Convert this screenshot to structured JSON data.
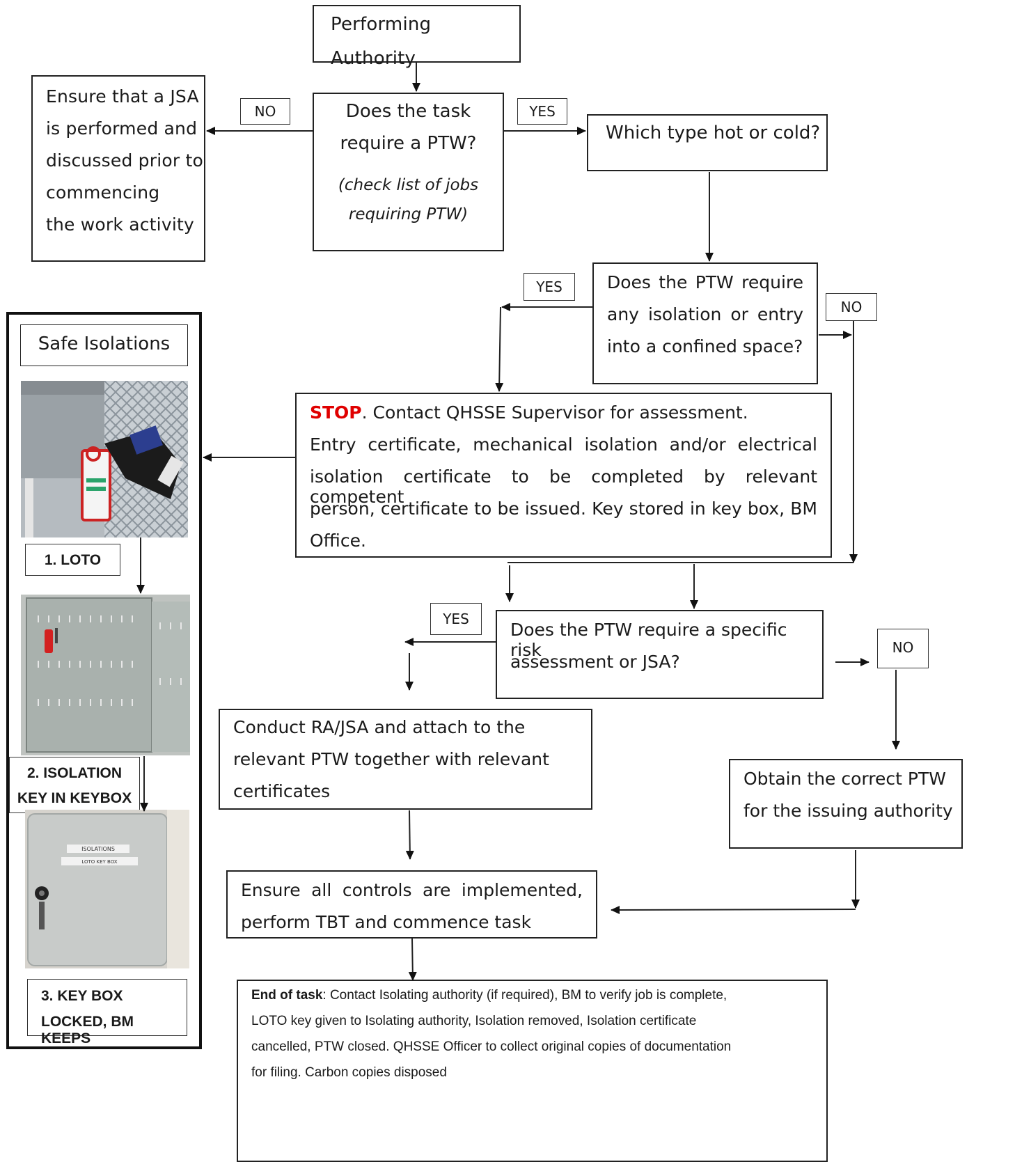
{
  "performing_authority": "Performing Authority",
  "ptw_question": {
    "line1": "Does the task",
    "line2": "require a PTW?",
    "note1": "(check list of jobs",
    "note2": "requiring PTW)"
  },
  "jsa_box": {
    "line1": "Ensure that a JSA",
    "line2": "is performed and",
    "line3": "discussed prior to",
    "line4": "commencing",
    "line5": "the work activity"
  },
  "type_question": "Which type hot or cold?",
  "isolation_question": {
    "line1": "Does the PTW require",
    "line2": "any isolation or entry",
    "line3": "into a confined space?"
  },
  "stop_box": {
    "stop": "STOP",
    "line1_rest": ". Contact QHSSE Supervisor for assessment.",
    "line2": "Entry certificate, mechanical isolation and/or electrical",
    "line3": "isolation certificate to be completed by relevant competent",
    "line4": "person, certificate to be issued. Key stored in key box, BM",
    "line5": "Office."
  },
  "risk_question": {
    "line1": "Does the PTW require a specific risk",
    "line2": "assessment or JSA?"
  },
  "conduct_box": {
    "line1": "Conduct RA/JSA and attach to the",
    "line2": "relevant PTW together with relevant",
    "line3": "certificates"
  },
  "obtain_box": {
    "line1": "Obtain the correct PTW",
    "line2": "for the issuing authority"
  },
  "controls_box": {
    "line1": "Ensure all controls are implemented,",
    "line2": "perform TBT and commence task"
  },
  "end_box": {
    "bold": "End of task",
    "line1_rest": ": Contact Isolating authority (if required), BM to verify job is complete,",
    "line2": "LOTO key given to Isolating authority, Isolation removed, Isolation certificate",
    "line3": "cancelled, PTW closed. QHSSE Officer to collect original copies of documentation",
    "line4": "for filing. Carbon copies disposed"
  },
  "labels": {
    "no_left": "NO",
    "yes_right": "YES",
    "yes_isolation": "YES",
    "no_isolation": "NO",
    "yes_risk": "YES",
    "no_risk": "NO"
  },
  "safe_isolations": {
    "title": "Safe Isolations",
    "cap1": "1. LOTO",
    "cap2_line1": "2. ISOLATION",
    "cap2_line2": "KEY IN KEYBOX",
    "cap3_line1": "3. KEY BOX",
    "cap3_line2": "LOCKED, BM KEEPS",
    "keybox_label1": "ISOLATIONS",
    "keybox_label2": "LOTO KEY BOX"
  },
  "colors": {
    "stop": "#e00000",
    "line": "#222222"
  }
}
